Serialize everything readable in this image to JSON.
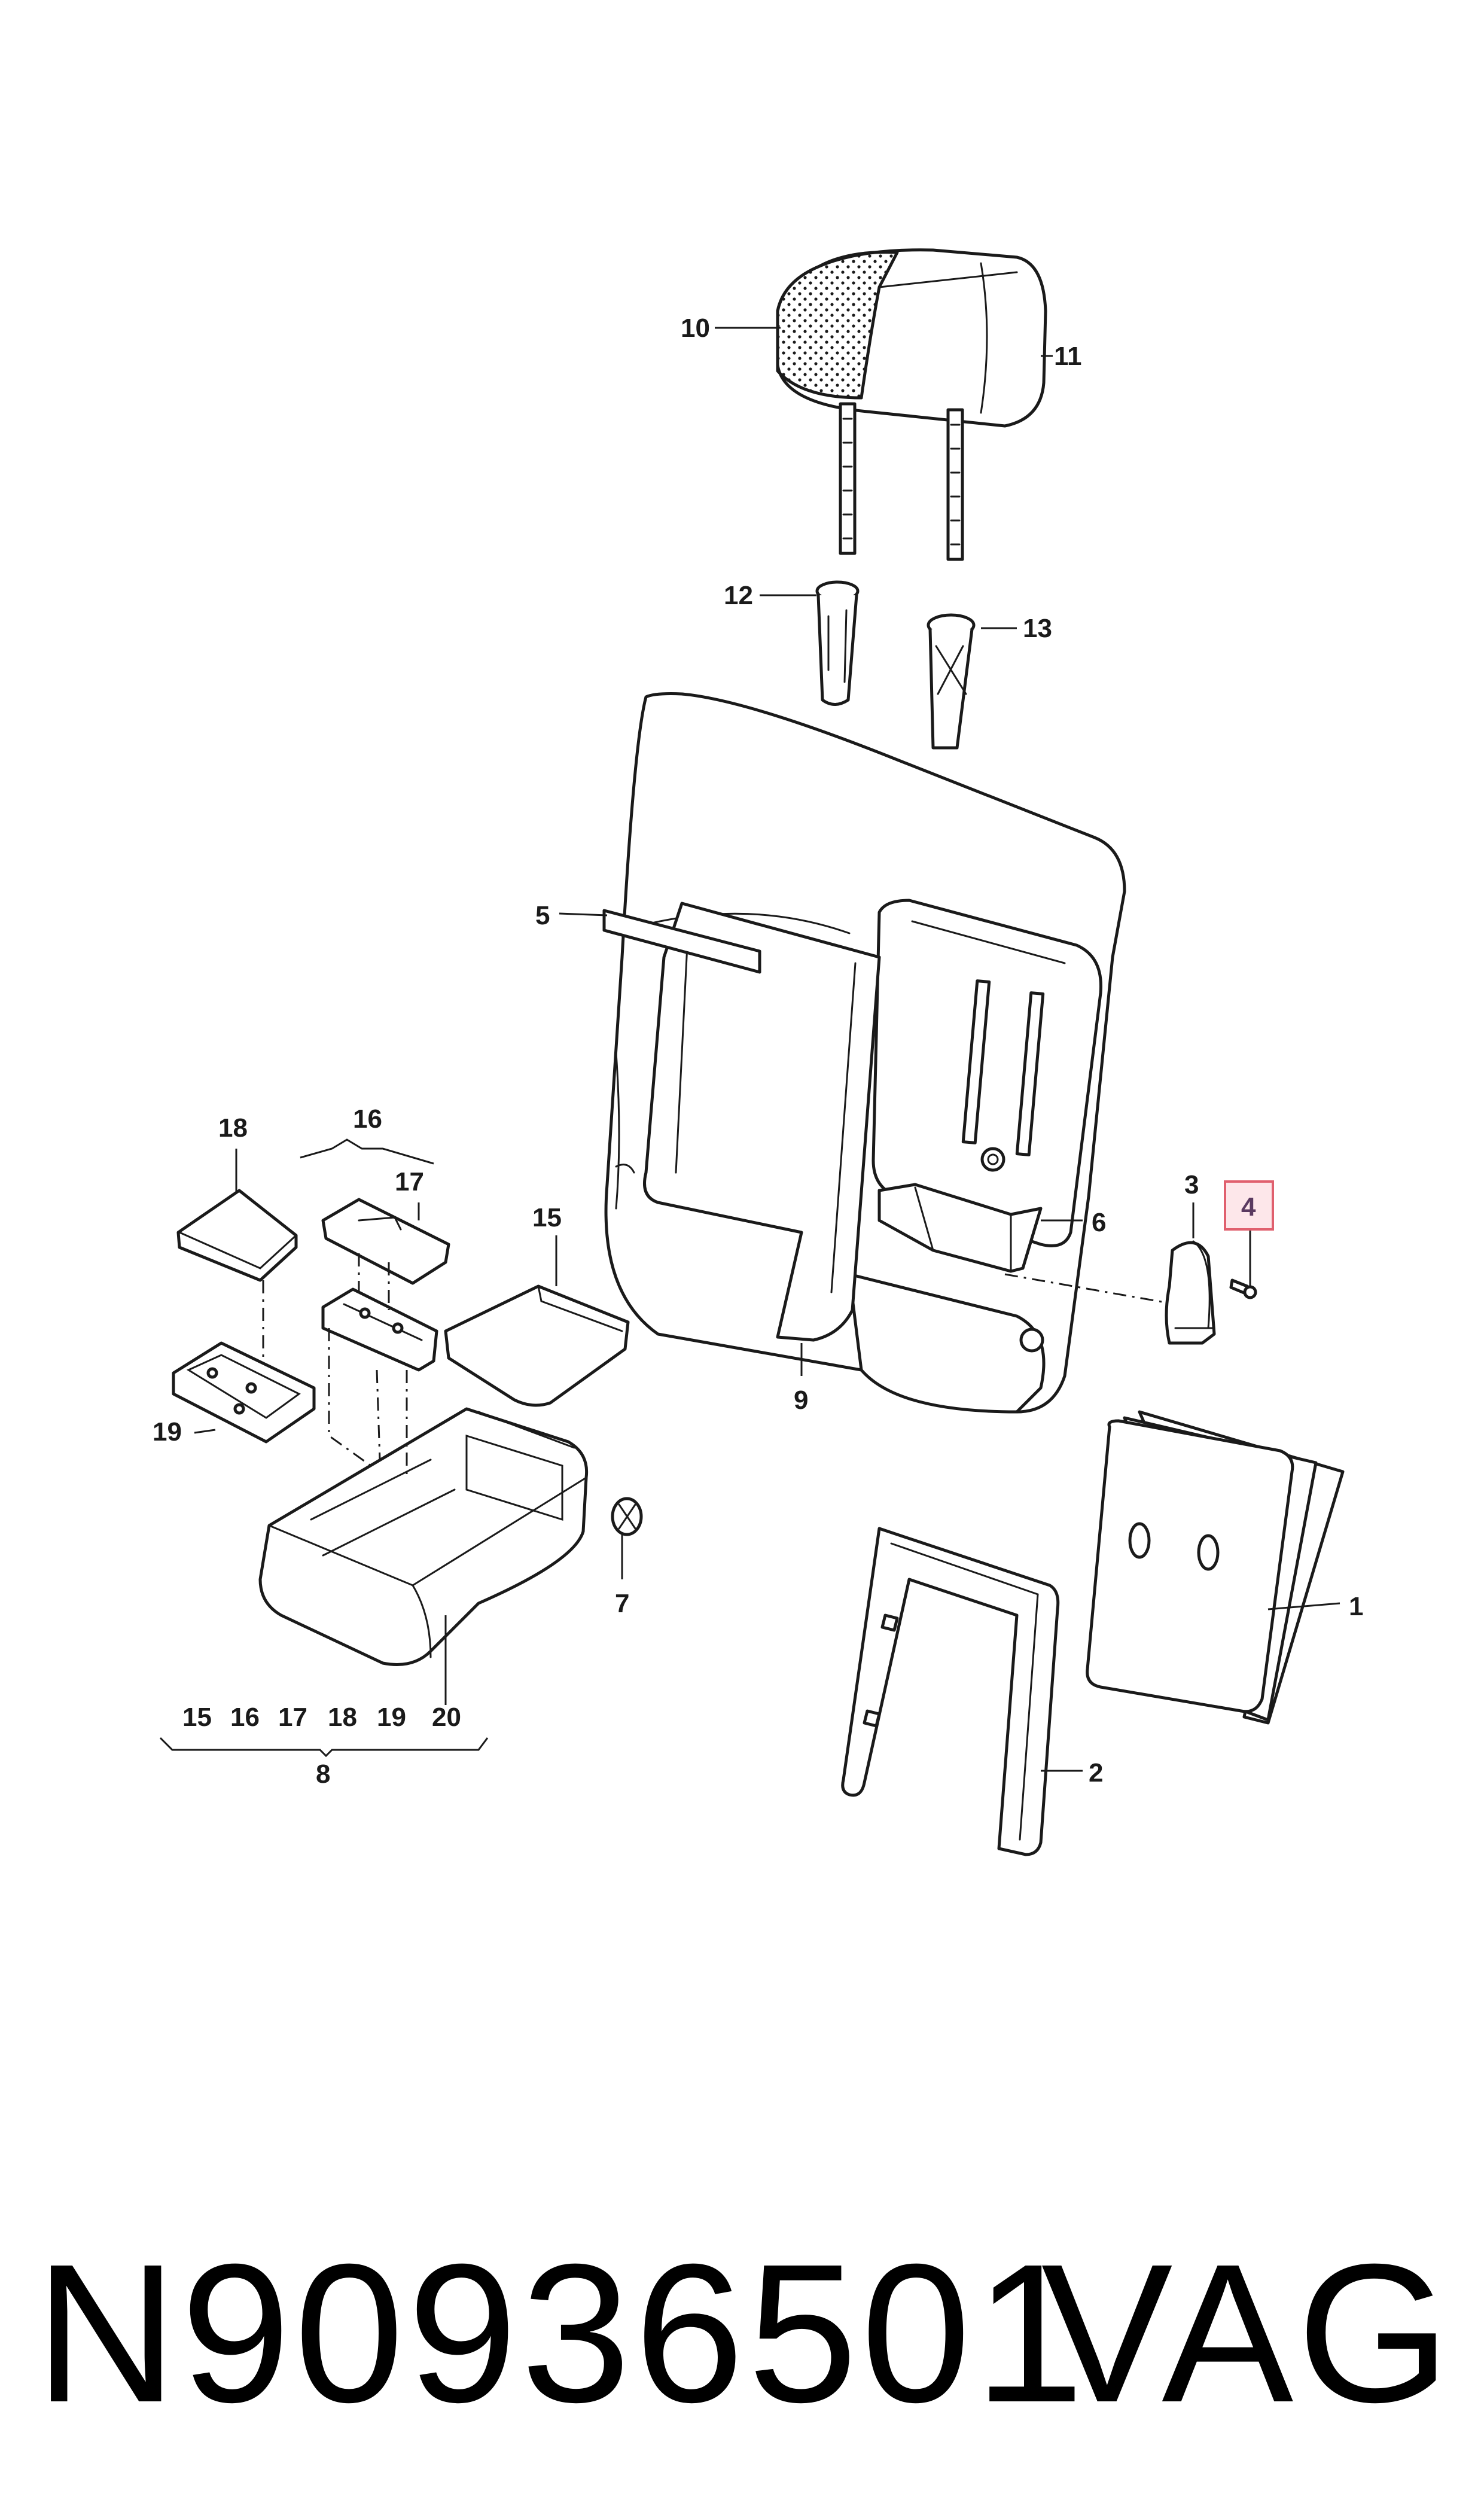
{
  "callouts": {
    "c1": "1",
    "c2": "2",
    "c3": "3",
    "c4": "4",
    "c5": "5",
    "c6": "6",
    "c7": "7",
    "c8": "8",
    "c9": "9",
    "c10": "10",
    "c11": "11",
    "c12": "12",
    "c13": "13",
    "c15": "15",
    "c16": "16",
    "c17": "17",
    "c18": "18",
    "c19": "19"
  },
  "group_8_members": [
    "15",
    "16",
    "17",
    "18",
    "19",
    "20"
  ],
  "highlighted_callout": "4",
  "footer": {
    "part_number": "N90936501",
    "brand": "VAG"
  },
  "colors": {
    "highlight_fill": "#fde7ea",
    "highlight_border": "#e0606e",
    "line": "#1a1a1a"
  }
}
